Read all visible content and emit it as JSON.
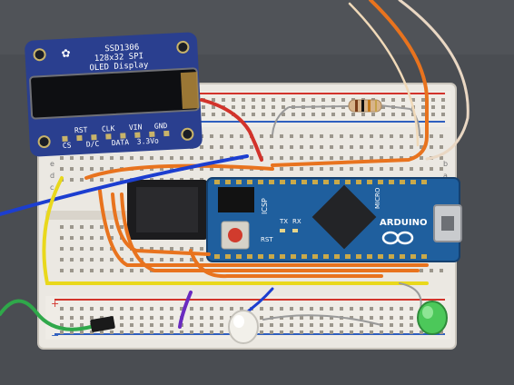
{
  "oled_board": {
    "model": "SSD1306",
    "resolution": "128x32 SPI",
    "kind": "OLED Display",
    "pins_top": [
      "RST",
      "CLK",
      "VIN",
      "GND"
    ],
    "pins_bottom": [
      "CS",
      "D/C",
      "DATA",
      "3.3Vo"
    ]
  },
  "micro_board": {
    "brand": "ARDUINO",
    "model": "MICRO",
    "header_label": "ICSP",
    "rst_label": "RST",
    "tx_label": "TX",
    "rx_label": "RX"
  },
  "colors": {
    "background": "#4a4d52",
    "breadboard": "#ebe8e2",
    "oled_pcb": "#2a3f8f",
    "arduino_pcb": "#1f5f9e",
    "wire_orange": "#e8731e",
    "wire_blue": "#1c3ed0",
    "wire_yellow": "#e9d81c",
    "wire_green": "#2fa84a",
    "wire_purple": "#6a2bc0",
    "rail_red": "#d2332b",
    "rail_blue": "#2f5fbf"
  }
}
